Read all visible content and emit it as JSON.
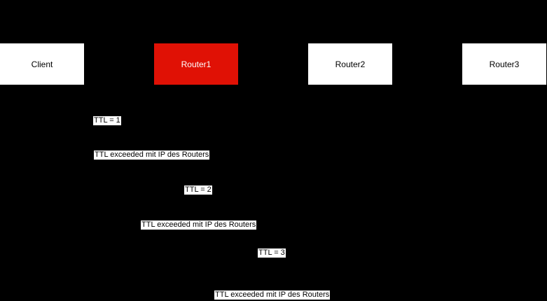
{
  "diagram": {
    "colors": {
      "background": "#000000",
      "actor_fill": "#ffffff",
      "actor_text": "#000000",
      "highlight_fill": "#e01105",
      "highlight_text": "#ffffff",
      "label_bg": "#ffffff",
      "label_text": "#000000"
    },
    "actors": [
      {
        "label": "Client",
        "fill": "#ffffff",
        "text": "#000000"
      },
      {
        "label": "Router1",
        "fill": "#e01105",
        "text": "#ffffff"
      },
      {
        "label": "Router2",
        "fill": "#ffffff",
        "text": "#000000"
      },
      {
        "label": "Router3",
        "fill": "#ffffff",
        "text": "#000000"
      }
    ],
    "messages": [
      {
        "label": "TTL = 1"
      },
      {
        "label": "TTL exceeded mit IP des Routers"
      },
      {
        "label": "TTL = 2"
      },
      {
        "label": "TTL exceeded mit IP des Routers"
      },
      {
        "label": "TTL = 3"
      },
      {
        "label": "TTL exceeded mit IP des Routers"
      }
    ]
  }
}
